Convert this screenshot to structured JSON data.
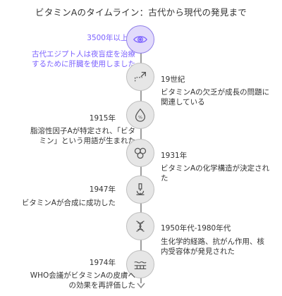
{
  "title": "ビタミンAのタイムライン：古代から現代の発見まで",
  "colors": {
    "accent": "#7b61ff",
    "node_fill": "#e6e6e6",
    "node_highlight": "#e2dbfb",
    "line": "#9e9e9e",
    "text": "#333333"
  },
  "events": [
    {
      "year": "3500年以上前",
      "desc": [
        "古代エジプト人は夜盲症を治療",
        "するために肝臓を使用しました"
      ],
      "icon": "eye-icon"
    },
    {
      "year": "19世紀",
      "desc": [
        "ビタミンAの欠乏が成長の問題に",
        "関連している"
      ],
      "icon": "dotted-arrow-icon"
    },
    {
      "year": "1915年",
      "desc": [
        "脂溶性因子Aが特定され、「ビタ",
        "ミン」という用語が生まれた"
      ],
      "icon": "oil-drop-icon"
    },
    {
      "year": "1931年",
      "desc": [
        "ビタミンAの化学構造が決定され",
        "た"
      ],
      "icon": "molecule-icon"
    },
    {
      "year": "1947年",
      "desc": [
        "ビタミンAが合成に成功した"
      ],
      "icon": "microscope-icon"
    },
    {
      "year": "1950年代-1980年代",
      "desc": [
        "生化学的経路、抗がん作用、核",
        "内受容体が発見された"
      ],
      "icon": "dna-icon"
    },
    {
      "year": "1974年",
      "desc": [
        "WHO会議がビタミンAの皮膚へ",
        "の効果を再評価した"
      ],
      "icon": "skin-layers-icon"
    }
  ]
}
